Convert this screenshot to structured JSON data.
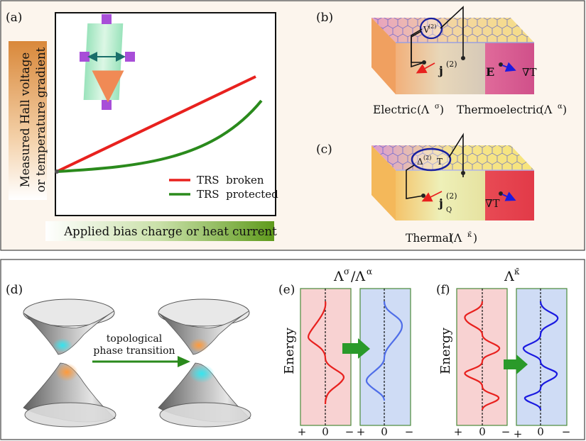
{
  "panel_a": {
    "label": "(a)",
    "ylabel_line1": "Measured Hall voltage",
    "ylabel_line2": "or temperature gradient",
    "xlabel": "Applied bias charge or heat current",
    "legend": [
      {
        "name": "TRS  broken",
        "color": "#e8211e"
      },
      {
        "name": "TRS  protected",
        "color": "#2a8a1c"
      }
    ]
  },
  "panel_b": {
    "label": "(b)",
    "voltage_symbol": "V",
    "voltage_sup": "(2)",
    "current_symbol": "j",
    "current_sup": "(2)",
    "field_symbol": "E",
    "gradient_symbol": "∇T",
    "caption_left": "Electric",
    "caption_left_math": "(Λ",
    "caption_left_sup": "σ",
    "caption_right": "Thermoelectric",
    "caption_right_math": "(Λ",
    "caption_right_sup": "α"
  },
  "panel_c": {
    "label": "(c)",
    "delta_symbol": "Δ",
    "delta_sup": "(2)",
    "delta_tail": "T",
    "current_symbol": "j",
    "current_sub": "Q",
    "current_sup": "(2)",
    "gradient_symbol": "∇T",
    "caption": "Thermal",
    "caption_math": "(Λ",
    "caption_sup": "κ̄"
  },
  "panel_d": {
    "label": "(d)",
    "arrow_line1": "topological",
    "arrow_line2": "phase transition"
  },
  "panel_e": {
    "label": "(e)",
    "title_a": "Λ",
    "title_a_sup": "σ",
    "title_b": "/Λ",
    "title_b_sup": "α",
    "ylabel": "Energy",
    "ticks": [
      "+",
      "0",
      "−",
      "+",
      "0",
      "−"
    ]
  },
  "panel_f": {
    "label": "(f)",
    "title": "Λ",
    "title_sup": "κ̄",
    "ylabel": "Energy",
    "ticks": [
      "+",
      "0",
      "−",
      "+",
      "0",
      "−"
    ]
  },
  "colors": {
    "red": "#e8211e",
    "green": "#2a8a1c",
    "blue": "#1a1ae0",
    "pink_box": "#f8d2d2",
    "blue_box": "#cfdcf5",
    "arrow_green": "#2a9a2a"
  }
}
